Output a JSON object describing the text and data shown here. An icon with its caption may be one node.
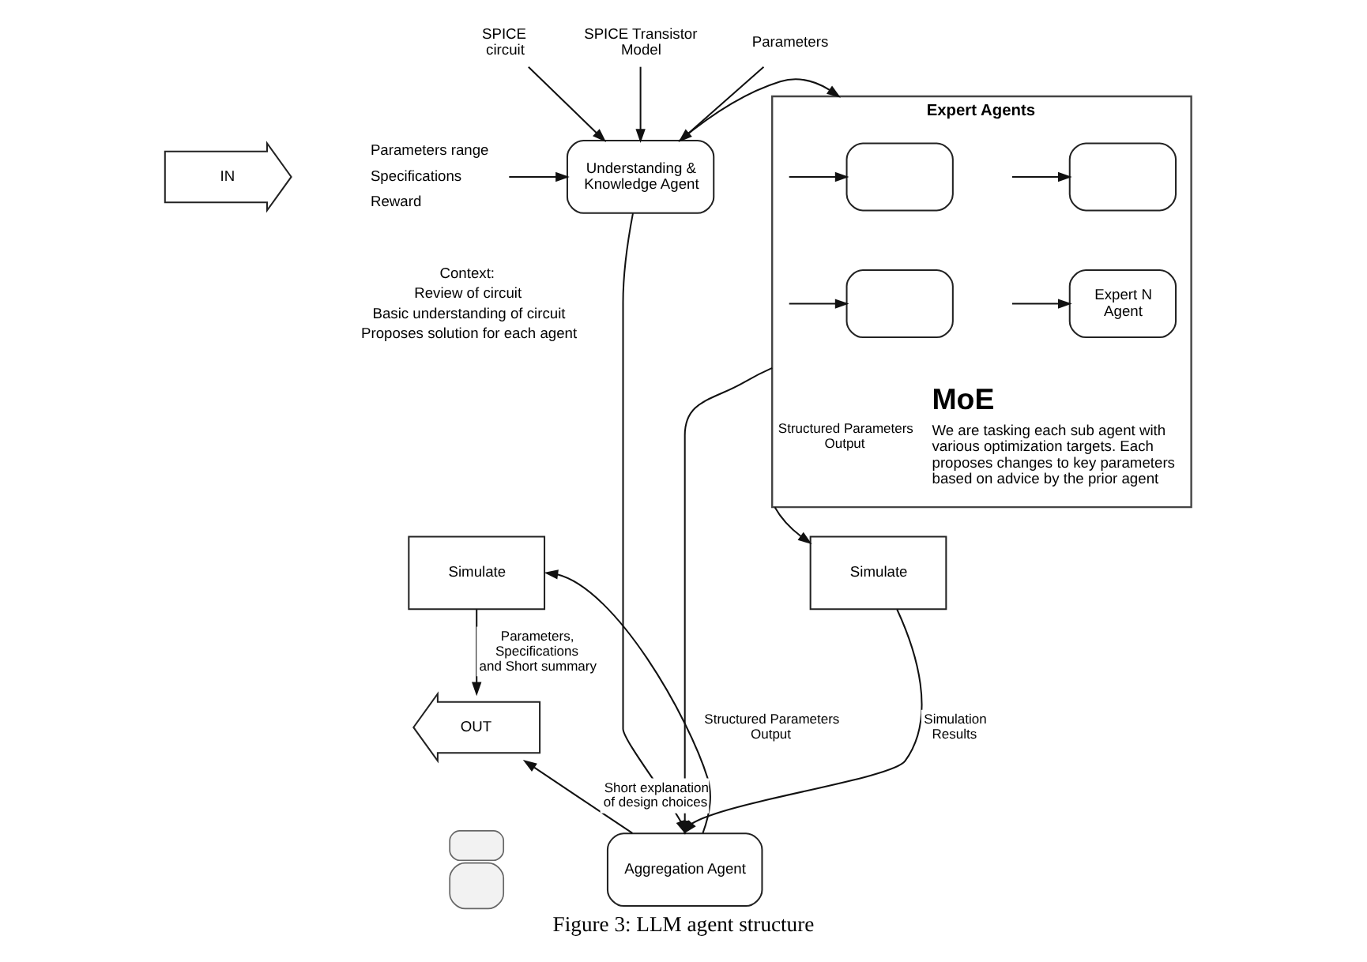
{
  "diagram": {
    "caption": "Figure 3: LLM agent structure",
    "nodes": [
      {
        "text": [
          "IN"
        ]
      },
      {
        "text": [
          "SPICE circuit"
        ]
      },
      {
        "text": [
          "SPICE Transistor Model"
        ]
      },
      {
        "text": [
          "Parameters"
        ]
      },
      {
        "text": [
          "Parameters range",
          "Specifications",
          "Reward"
        ]
      },
      {
        "text": [
          "Understanding & Knowledge Agent"
        ]
      },
      {
        "text": [
          "Expert Agents"
        ]
      },
      {
        "text": [],
        "shape": "box",
        "in": 6
      },
      {
        "text": [],
        "shape": "box",
        "in": 6
      },
      {
        "text": [],
        "shape": "box",
        "in": 6
      },
      {
        "text": [
          "Expert N Agent"
        ],
        "in": 6
      },
      {
        "text": [
          "Simulate"
        ]
      },
      {
        "text": [
          "Aggregation Agent"
        ]
      },
      {
        "text": [
          "Simulate"
        ]
      },
      {
        "text": [
          "OUT"
        ]
      },
      {
        "text": [],
        "shape": "person"
      }
    ],
    "edges": [
      {
        "from": 1,
        "to": 5,
        "arrow": "to"
      },
      {
        "from": 2,
        "to": 5,
        "arrow": "to"
      },
      {
        "from": 3,
        "to": 5,
        "arrow": "to"
      },
      {
        "from": 4,
        "to": 5,
        "arrow": "to"
      },
      {
        "from": 5,
        "to": 6,
        "arrow": "to"
      },
      {
        "from": null,
        "to": 7,
        "arrow": "to"
      },
      {
        "from": null,
        "to": 8,
        "arrow": "to"
      },
      {
        "from": null,
        "to": 9,
        "arrow": "to"
      },
      {
        "from": null,
        "to": 10,
        "arrow": "to"
      },
      {
        "from": 6,
        "to": 11,
        "arrow": "to",
        "label": "Structured Parameters Output"
      },
      {
        "from": 6,
        "to": 12,
        "arrow": "to"
      },
      {
        "from": 11,
        "to": 12,
        "arrow": "to",
        "label": "Simulation Results"
      },
      {
        "from": 5,
        "to": 12,
        "arrow": "to"
      },
      {
        "from": 12,
        "to": 13,
        "arrow": "to",
        "label": "Structured Parameters Output"
      },
      {
        "from": 12,
        "to": 14,
        "arrow": "to",
        "label": "Short explanation of design choices"
      },
      {
        "from": 13,
        "to": 14,
        "arrow": "to",
        "label": "Parameters, Specifications and Short summary"
      }
    ],
    "labels": [
      "Context:",
      "Review of circuit",
      "Basic understanding of circuit",
      "Proposes solution for each agent",
      "MoE",
      "We are tasking each sub agent with various optimization targets. Each proposes changes to key parameters based on advice by the prior agent"
    ]
  }
}
